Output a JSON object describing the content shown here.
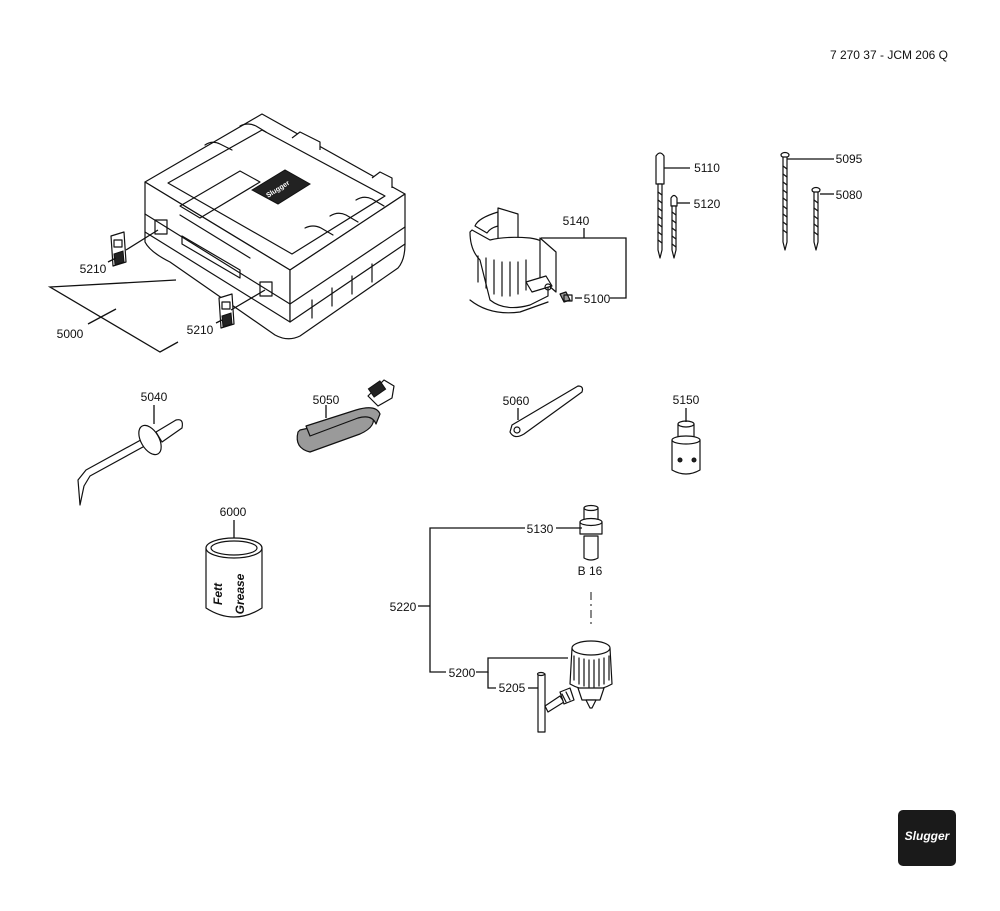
{
  "header": {
    "doc_code": "7 270 37 - JCM 206 Q"
  },
  "parts": {
    "case": "5000",
    "latch_left": "5210",
    "latch_right": "5210",
    "guard": "5140",
    "screw": "5100",
    "pin_long": "5110",
    "pin_short": "5120",
    "nail_long": "5095",
    "nail_short": "5080",
    "ejector": "5040",
    "strap": "5050",
    "wrench": "5060",
    "adapter": "5150",
    "grease_can": "6000",
    "arbor": "5130",
    "chuck_set": "5220",
    "chuck": "5200",
    "chuck_key": "5205"
  },
  "arbor_size": "B 16",
  "grease_text": {
    "line1": "Fett",
    "line2": "Grease"
  },
  "brand": {
    "logo_text": "Slugger",
    "colors": {
      "logo_bg": "#1a1a1a",
      "logo_fg": "#ffffff"
    }
  }
}
